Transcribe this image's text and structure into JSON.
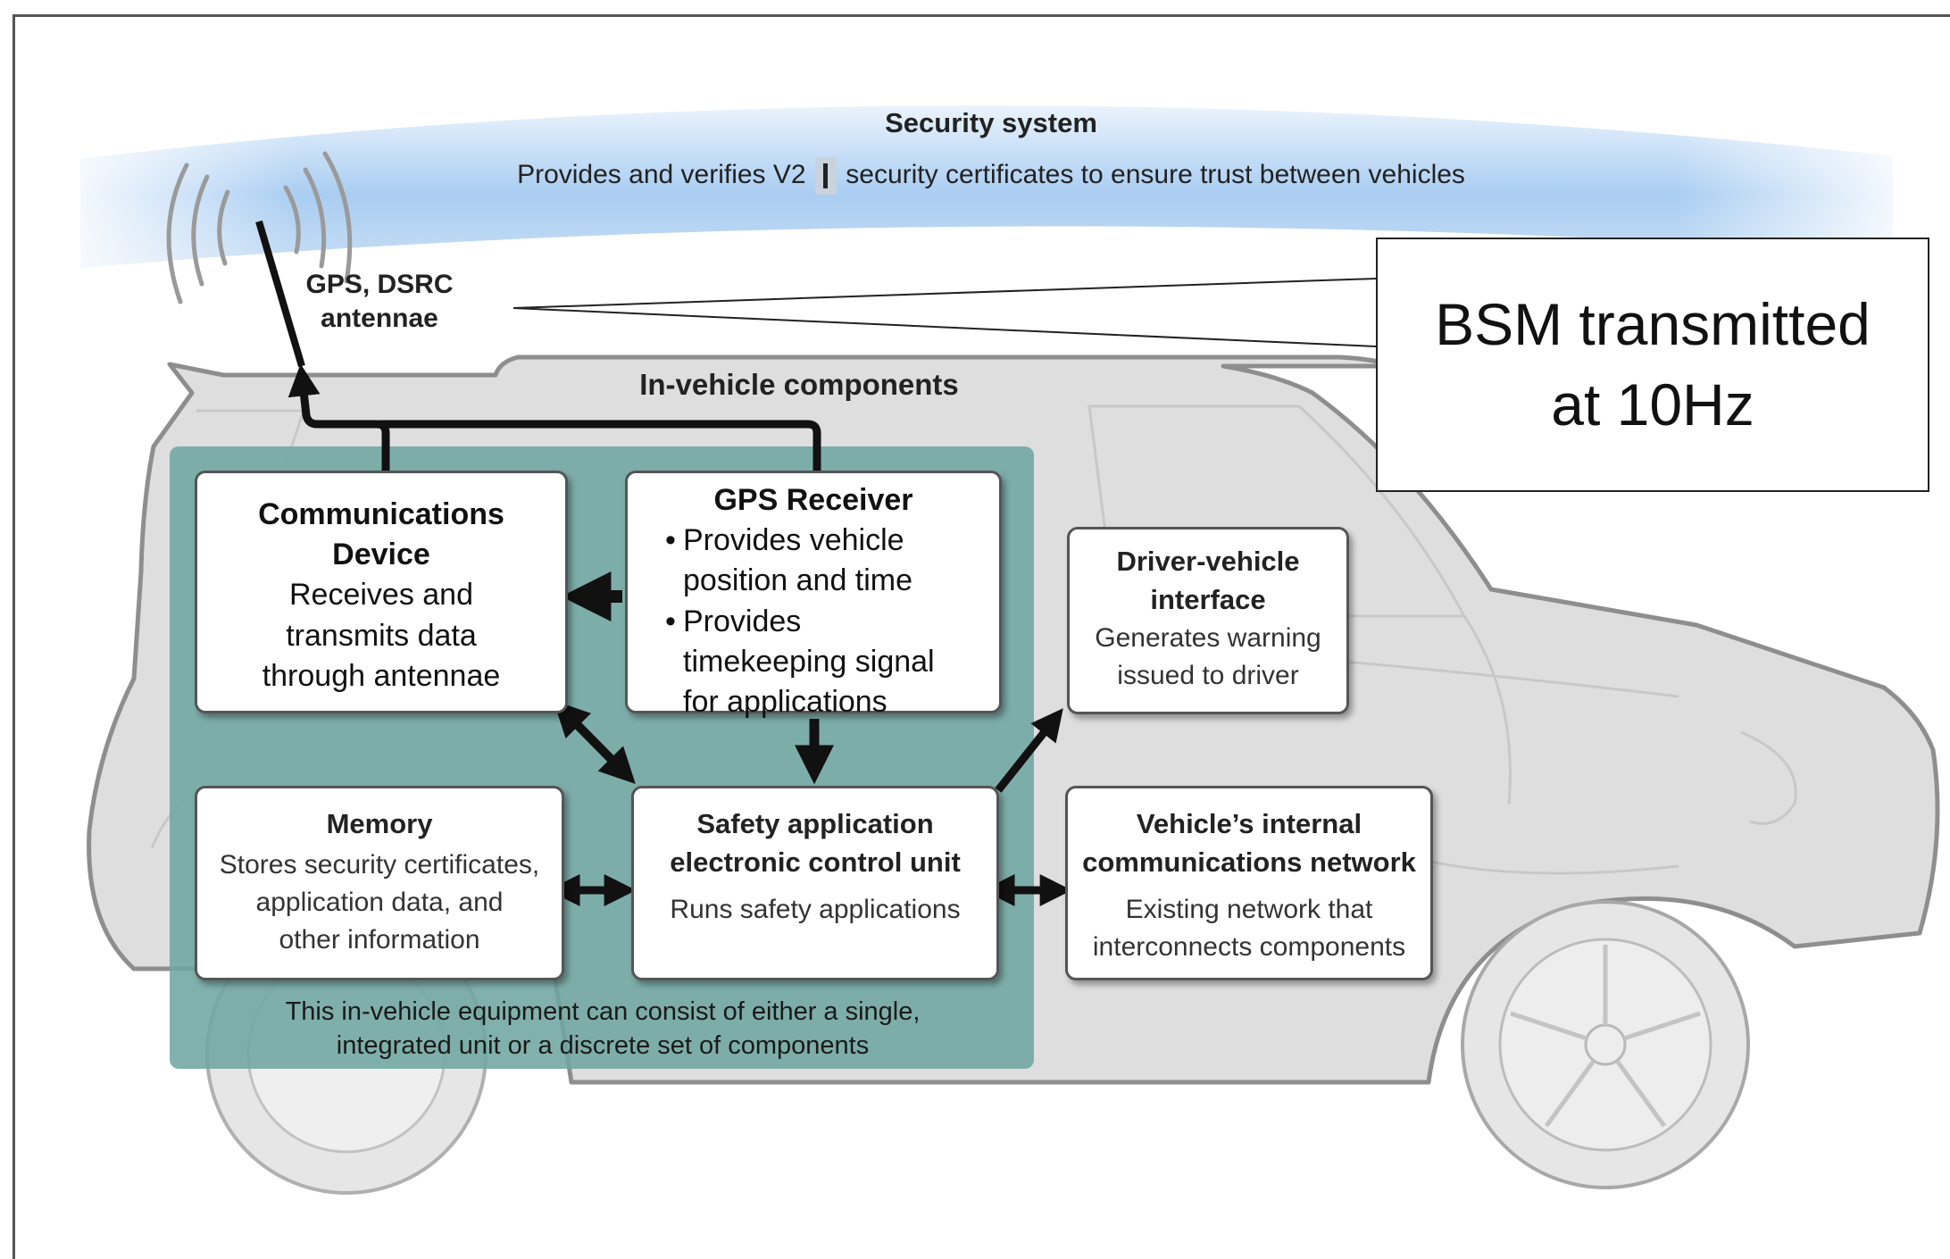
{
  "security_system": {
    "title": "Security system",
    "description_part1": "Provides and verifies V2",
    "description_part2": "security certificates to ensure trust between vehicles"
  },
  "antenna": {
    "label_line1": "GPS, DSRC",
    "label_line2": "antennae"
  },
  "in_vehicle": {
    "title": "In-vehicle components"
  },
  "callout": {
    "line1": "BSM transmitted",
    "line2": "at 10Hz"
  },
  "communications_device": {
    "title_line1": "Communications",
    "title_line2": "Device",
    "body_lines": [
      "Receives and",
      "transmits data",
      "through antennae"
    ]
  },
  "gps_receiver": {
    "title": "GPS Receiver",
    "bullets": [
      [
        "Provides vehicle",
        "position and time"
      ],
      [
        "Provides",
        "timekeeping signal",
        "for applications"
      ]
    ]
  },
  "driver_vehicle_interface": {
    "title_line1": "Driver-vehicle",
    "title_line2": "interface",
    "body_lines": [
      "Generates warning",
      "issued to driver"
    ]
  },
  "memory": {
    "title": "Memory",
    "body_lines": [
      "Stores security certificates,",
      "application data, and",
      "other information"
    ]
  },
  "safety_ecu": {
    "title_line1": "Safety application",
    "title_line2": "electronic control unit",
    "body": "Runs safety applications"
  },
  "internal_network": {
    "title_line1": "Vehicle’s internal",
    "title_line2": "communications network",
    "body_lines": [
      "Existing network that",
      "interconnects components"
    ]
  },
  "equipment_note": {
    "line1": "This in-vehicle equipment can consist of either a single,",
    "line2": "integrated unit or a discrete set of components"
  },
  "colors": {
    "teal_panel": "#6fa6a2",
    "car_body": "#dedede",
    "security_band": "#a9cdf2",
    "arrow": "#111111"
  }
}
